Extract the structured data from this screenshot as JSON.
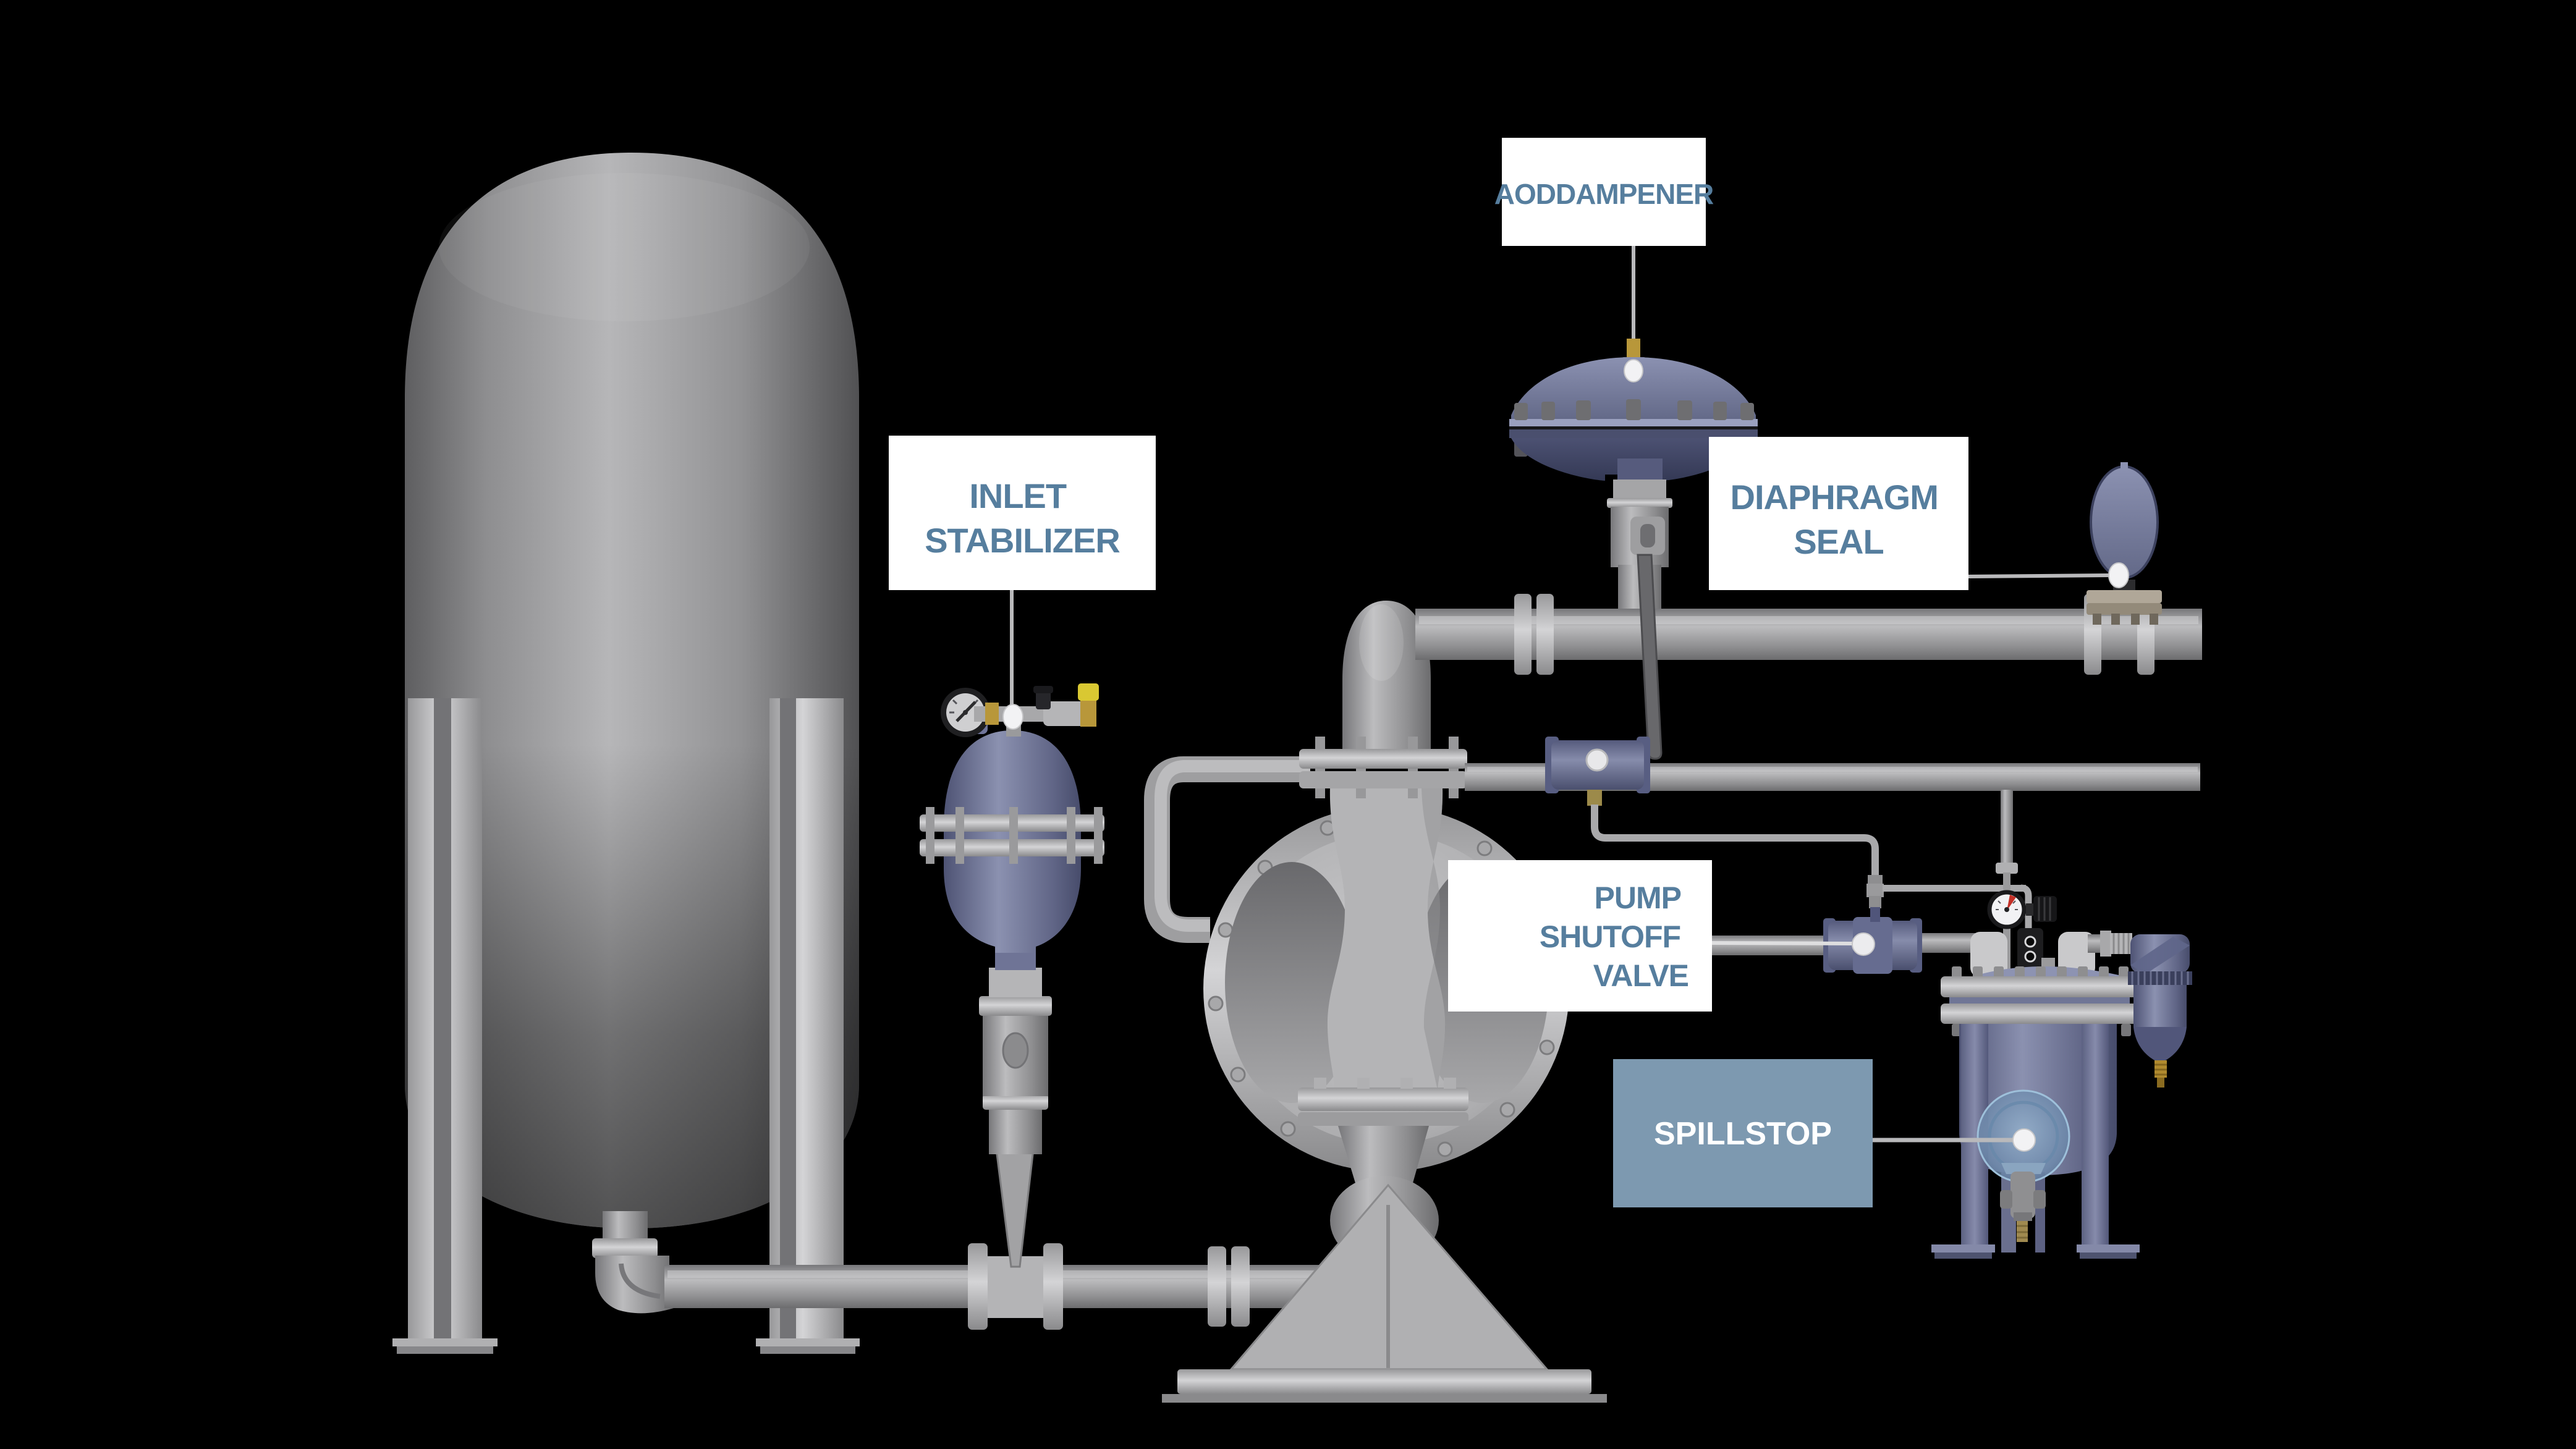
{
  "figure": {
    "type": "labeled-equipment-diagram",
    "background": "#000000",
    "description_visible_items": "pump skid render with callout labels"
  },
  "palette": {
    "label_bg": "#ffffff",
    "label_text": "#567e9e",
    "spillstop_bg": "#7d99b0",
    "spillstop_text": "#ffffff",
    "leader_line": "#b9b9bb",
    "leader_dot": "#f2f2f4",
    "equipment_blue": "#7d83a3",
    "equipment_gray": "#b2b2b4",
    "gauge_needle_red": "#c43027"
  },
  "labels": {
    "aoddampener": {
      "text": "AODDAMPENER"
    },
    "inlet_stabilizer": {
      "lines": [
        "INLET",
        "STABILIZER"
      ]
    },
    "diaphragm_seal": {
      "lines": [
        "DIAPHRAGM",
        "SEAL"
      ]
    },
    "pump_shutoff_valve": {
      "lines": [
        "PUMP",
        "SHUTOFF",
        "VALVE"
      ]
    },
    "spillstop": {
      "text": "SPILLSTOP"
    }
  }
}
